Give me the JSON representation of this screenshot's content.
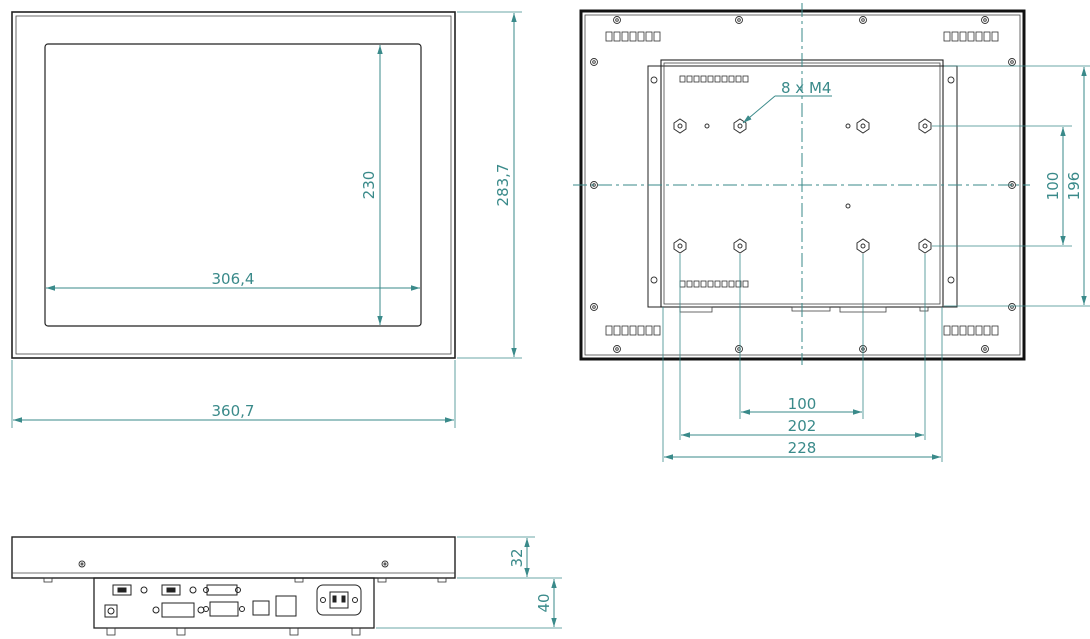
{
  "front_view": {
    "width_label": "360,7",
    "height_label": "283,7",
    "screen_width_label": "306,4",
    "screen_height_label": "230"
  },
  "rear_view": {
    "screw_note": "8 x M4",
    "pitch_h_small": "100",
    "pitch_h_mid": "202",
    "pitch_h_outer": "228",
    "pitch_v_small": "100",
    "pitch_v_outer": "196"
  },
  "side_view": {
    "bezel_depth_label": "32",
    "box_depth_label": "40"
  },
  "colors": {
    "dimension": "#3a8a8a",
    "outline": "#222222"
  }
}
